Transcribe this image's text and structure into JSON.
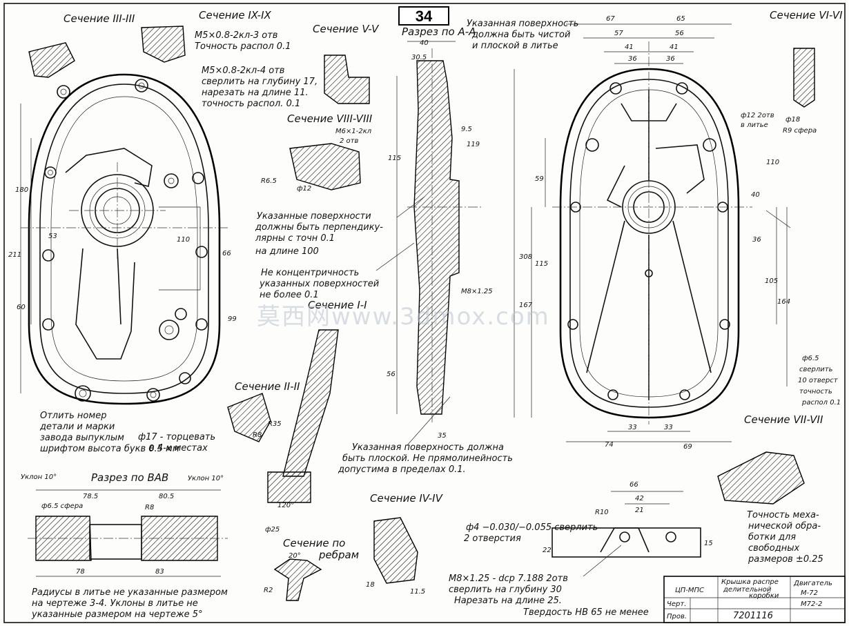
{
  "sheet": {
    "number": "34",
    "watermark": "莫西网www.3dmox.com"
  },
  "sections": {
    "s3": "Сечение III-III",
    "s9": "Сечение IX-IX",
    "s5": "Сечение V-V",
    "s8": "Сечение VIII-VIII",
    "s6": "Сечение VI-VI",
    "s1": "Сечение I-I",
    "s2": "Сечение II-II",
    "s7": "Сечение VII-VII",
    "s4": "Сечение IV-IV",
    "ribs": [
      "Сечение по",
      "ребрам"
    ],
    "aa": "Разрез по A-A",
    "bab": "Разрез по ВАВ"
  },
  "notes": {
    "m5_3": "М5×0.8-2кл-3 отв",
    "acc01": "Точность распол 0.1",
    "m5_4": [
      "М5×0.8-2кл-4 отв",
      "сверлить на глубину 17,",
      "нарезать на длине 11.",
      "точность распол. 0.1"
    ],
    "flat_cast": [
      "Указанная поверхность",
      "должна быть чистой",
      "и плоской в литье"
    ],
    "perp": [
      "Указанные поверхности",
      "должны быть перпендику-",
      "лярны с точн 0.1",
      "на длине 100"
    ],
    "conc": [
      "Не концентричность",
      "указанных поверхностей",
      "не более 0.1"
    ],
    "m6": [
      "М6×1-2кл",
      "2 отв"
    ],
    "d12": [
      "ф12 2отв",
      "в литье"
    ],
    "d18": [
      "ф18",
      "R9 сфера"
    ],
    "plane": [
      "Указанная поверхность должна",
      "быть плоской. Не прямолинейность",
      "допустима в пределах 0.1."
    ],
    "mark": [
      "Отлить номер",
      "детали и марки",
      "завода выпуклым",
      "шрифтом высота букв 0.5 мм"
    ],
    "d17": [
      "ф17 - торцевать",
      "в 4-х местах"
    ],
    "d65": [
      "ф6.5",
      "сверлить",
      "10 отверст",
      "точность",
      "распол 0.1"
    ],
    "d4": [
      "ф4 −0.030/−0.055 сверлить",
      "2 отверстия"
    ],
    "m8": [
      "М8×1.25 - dср 7.188 2отв",
      "сверлить на глубину 30",
      "Нарезать на длине 25."
    ],
    "hard": "Твердость НВ 65 не менее",
    "accuracy": [
      "Точность меха-",
      "нической обра-",
      "ботки для",
      "свободных",
      "размеров ±0.25"
    ],
    "radii": [
      "Радиусы в литье не указанные размером",
      "на чертеже 3-4. Уклоны в литье не",
      "указанные размером на чертеже 5°"
    ],
    "slope": "Уклон 10°",
    "sphere": "ф6.5 сфера",
    "m8side": "М8×1.25"
  },
  "dims": {
    "top_right": [
      "67",
      "65",
      "57",
      "56",
      "41",
      "41",
      "36",
      "36"
    ],
    "bottom_right": [
      "74",
      "69",
      "33",
      "33"
    ],
    "right_vert": [
      "59",
      "115",
      "308",
      "167",
      "105",
      "164",
      "110",
      "36",
      "40"
    ],
    "left_vert": [
      "180",
      "211",
      "60",
      "99",
      "66",
      "110",
      "53"
    ],
    "aa_dims": [
      "40",
      "30.5",
      "119",
      "115",
      "35",
      "56",
      "9.5"
    ],
    "bab_dims": [
      "78.5",
      "80.5",
      "78",
      "83",
      "R8"
    ],
    "bottom_mid": [
      "66",
      "42",
      "21",
      "22",
      "15",
      "R10"
    ],
    "small": [
      "R6.5",
      "ф12",
      "R2",
      "20°",
      "120°",
      "ф25",
      "R35",
      "R8",
      "18",
      "11.5"
    ]
  },
  "titleblock": {
    "org": "ЦП-МПС",
    "name": [
      "Крышка распре",
      "делительной",
      "коробки"
    ],
    "product": [
      "Двигатель",
      "М-72"
    ],
    "code": "7201116",
    "sheet_code": "М72-2",
    "drawn": "Черт.",
    "checked": "Пров."
  }
}
